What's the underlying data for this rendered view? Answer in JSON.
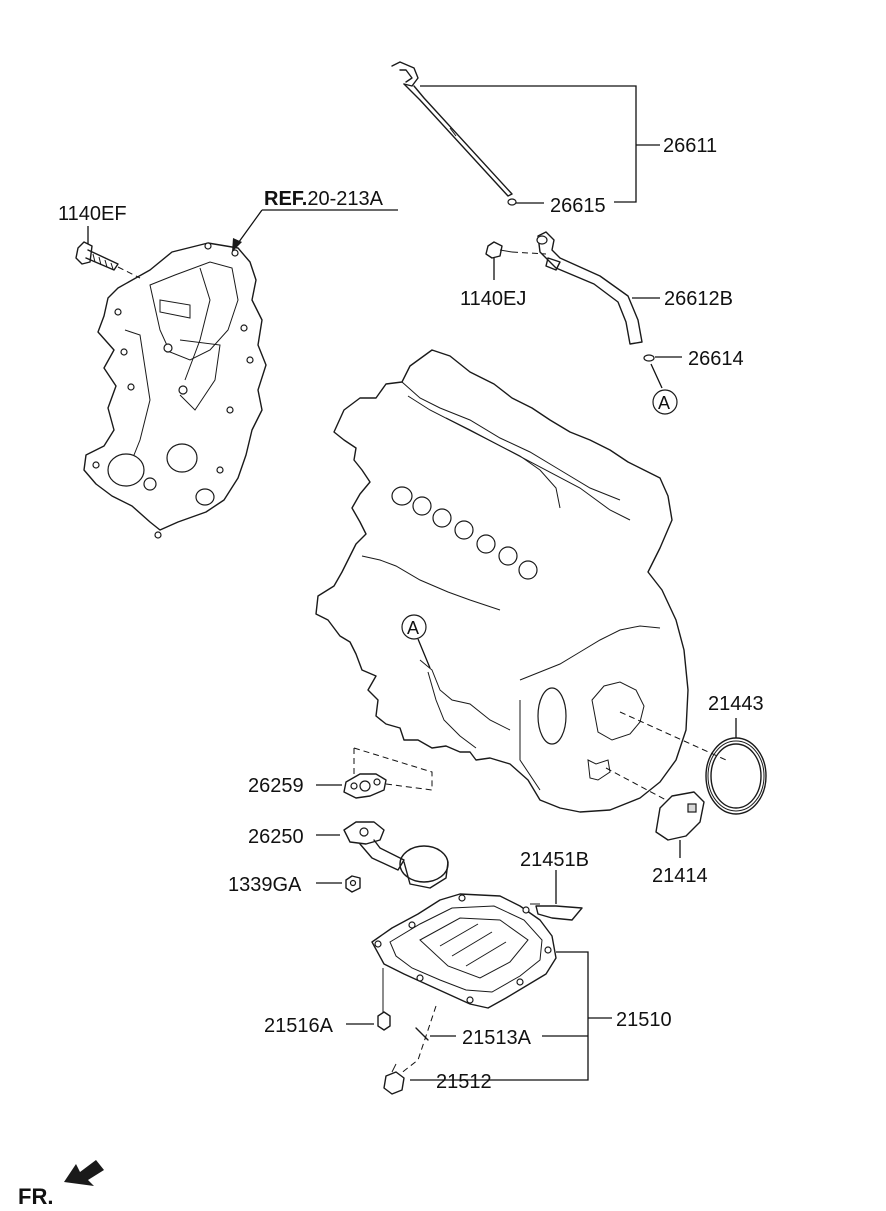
{
  "labels": {
    "ref_prefix": "REF.",
    "ref_number": "20-213A",
    "p_1140EF": "1140EF",
    "p_26611": "26611",
    "p_26615": "26615",
    "p_1140EJ": "1140EJ",
    "p_26612B": "26612B",
    "p_26614": "26614",
    "marker_a_top": "A",
    "marker_a_engine": "A",
    "p_21443": "21443",
    "p_26259": "26259",
    "p_26250": "26250",
    "p_21414": "21414",
    "p_21451B": "21451B",
    "p_1339GA": "1339GA",
    "p_21510": "21510",
    "p_21516A": "21516A",
    "p_21513A": "21513A",
    "p_21512": "21512",
    "front": "FR."
  }
}
